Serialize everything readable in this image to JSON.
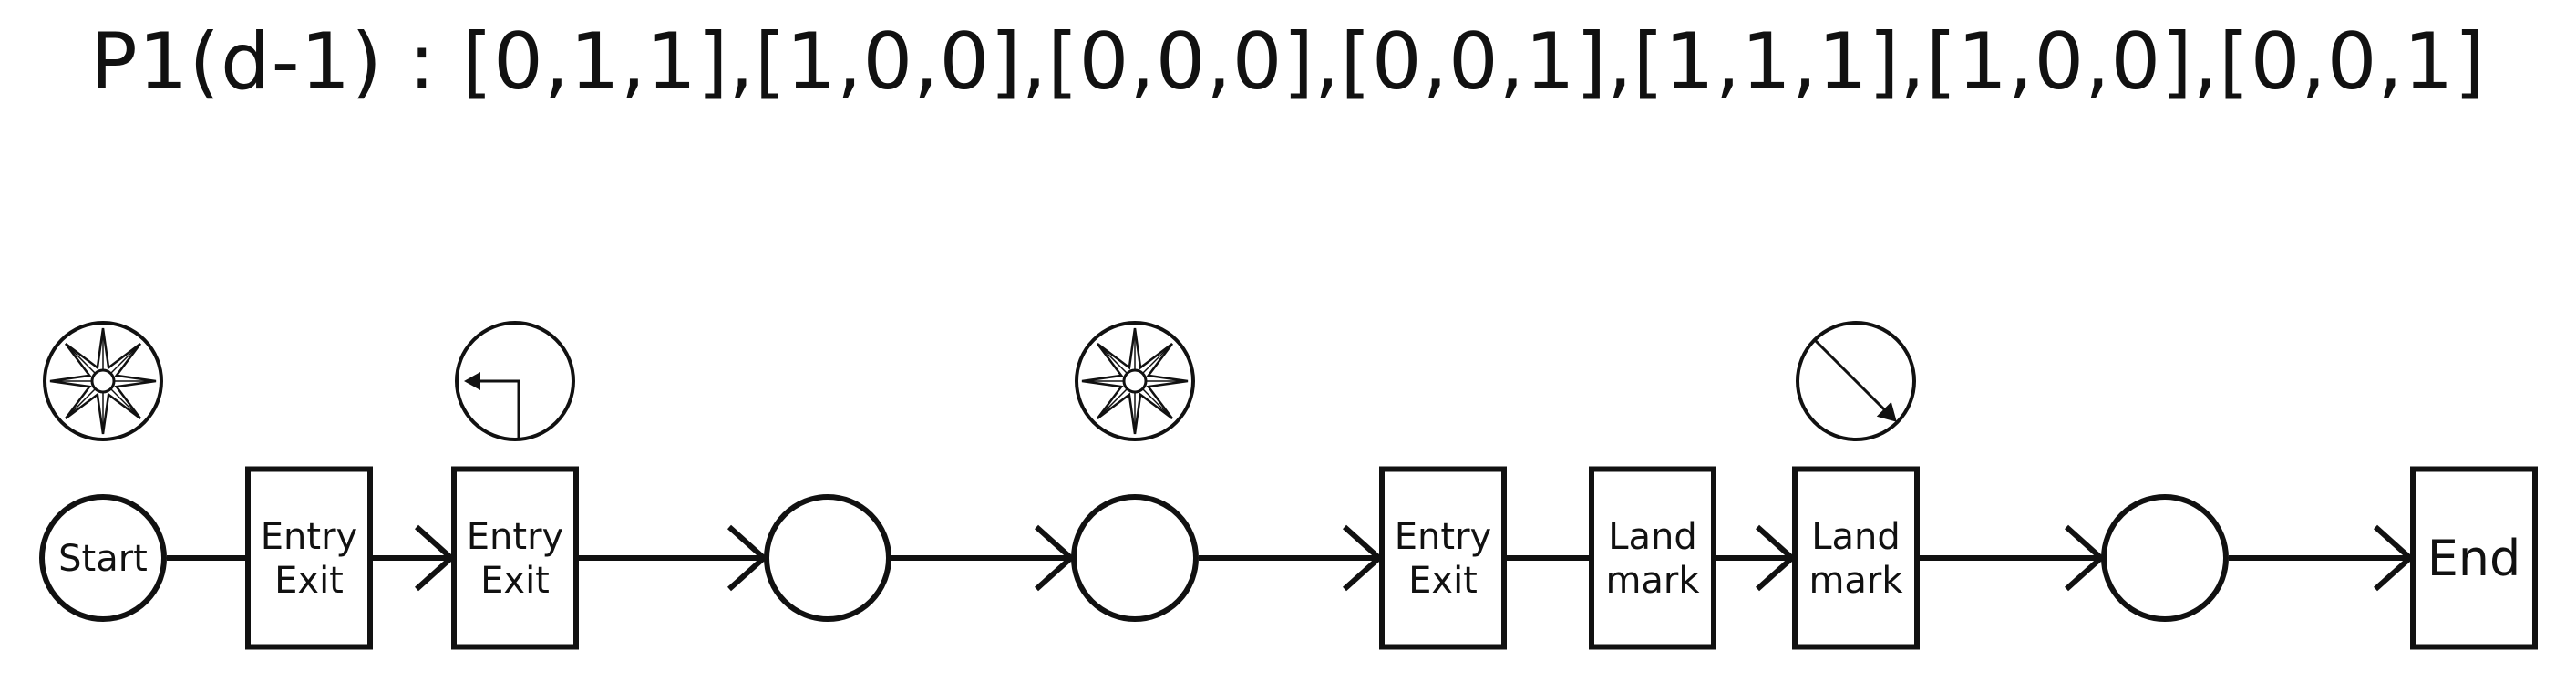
{
  "title": "P1(d-1) : [0,1,1],[1,0,0],[0,0,0],[0,0,1],[1,1,1],[1,0,0],[0,0,1]",
  "nodes": [
    {
      "id": "start",
      "shape": "circle",
      "lines": [
        "Start"
      ]
    },
    {
      "id": "n1",
      "shape": "box",
      "lines": [
        "Entry",
        "Exit"
      ]
    },
    {
      "id": "n2",
      "shape": "box",
      "lines": [
        "Entry",
        "Exit"
      ]
    },
    {
      "id": "n3",
      "shape": "circle",
      "lines": []
    },
    {
      "id": "n4",
      "shape": "circle",
      "lines": []
    },
    {
      "id": "n5",
      "shape": "box",
      "lines": [
        "Entry",
        "Exit"
      ]
    },
    {
      "id": "n6",
      "shape": "box",
      "lines": [
        "Land",
        "mark"
      ]
    },
    {
      "id": "n7",
      "shape": "box",
      "lines": [
        "Land",
        "mark"
      ]
    },
    {
      "id": "n8",
      "shape": "circle",
      "lines": []
    },
    {
      "id": "end",
      "shape": "box",
      "lines": [
        "End"
      ]
    }
  ],
  "edges": [
    {
      "from": "start",
      "to": "n1",
      "arrow": false
    },
    {
      "from": "n1",
      "to": "n2",
      "arrow": true
    },
    {
      "from": "n2",
      "to": "n3",
      "arrow": true
    },
    {
      "from": "n3",
      "to": "n4",
      "arrow": true
    },
    {
      "from": "n4",
      "to": "n5",
      "arrow": true
    },
    {
      "from": "n5",
      "to": "n6",
      "arrow": false
    },
    {
      "from": "n6",
      "to": "n7",
      "arrow": true
    },
    {
      "from": "n7",
      "to": "n8",
      "arrow": true
    },
    {
      "from": "n8",
      "to": "end",
      "arrow": true
    }
  ],
  "direction_icons": [
    {
      "above": "start",
      "type": "compass-icon"
    },
    {
      "above": "n2",
      "type": "turn-left-icon"
    },
    {
      "above": "n4",
      "type": "compass-icon"
    },
    {
      "above": "n7",
      "type": "diagonal-arrow-icon"
    }
  ]
}
